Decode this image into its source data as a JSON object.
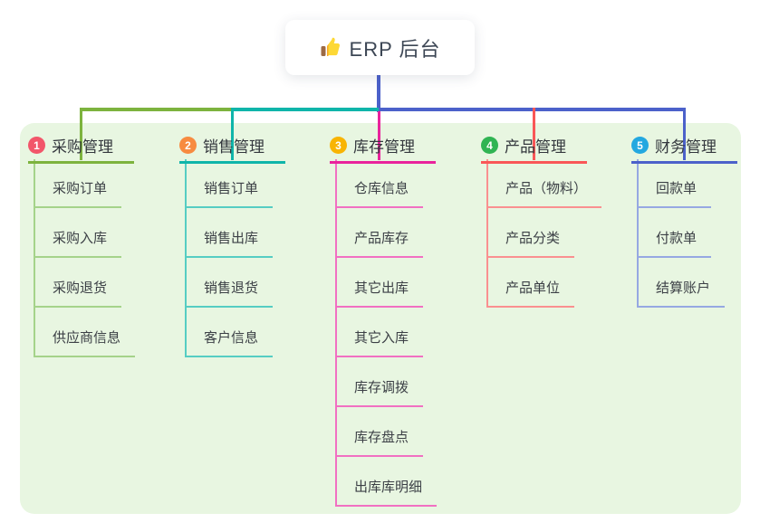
{
  "root": {
    "title": "ERP 后台",
    "icon": "thumbs-up-icon"
  },
  "colors": {
    "panel_bg": "#e8f6e1",
    "root_connector": "#4c61ca",
    "root_title_text": "#3c4654",
    "header_text": "#33373d",
    "child_text": "#3c4046"
  },
  "branches": [
    {
      "badge": "1",
      "label": "采购管理",
      "badge_color": "#f2566a",
      "line_color": "#7db33e",
      "child_line_color": "#a5d38a",
      "children": [
        "采购订单",
        "采购入库",
        "采购退货",
        "供应商信息"
      ]
    },
    {
      "badge": "2",
      "label": "销售管理",
      "badge_color": "#f78b40",
      "line_color": "#0fb5aa",
      "child_line_color": "#56cdc3",
      "children": [
        "销售订单",
        "销售出库",
        "销售退货",
        "客户信息"
      ]
    },
    {
      "badge": "3",
      "label": "库存管理",
      "badge_color": "#f8b404",
      "line_color": "#e9239c",
      "child_line_color": "#f170c2",
      "children": [
        "仓库信息",
        "产品库存",
        "其它出库",
        "其它入库",
        "库存调拨",
        "库存盘点",
        "出库库明细"
      ]
    },
    {
      "badge": "4",
      "label": "产品管理",
      "badge_color": "#30b453",
      "line_color": "#f95757",
      "child_line_color": "#fa9090",
      "children": [
        "产品（物料）",
        "产品分类",
        "产品单位"
      ]
    },
    {
      "badge": "5",
      "label": "财务管理",
      "badge_color": "#23a8e0",
      "line_color": "#4c61ca",
      "child_line_color": "#96a8e2",
      "children": [
        "回款单",
        "付款单",
        "结算账户"
      ]
    }
  ]
}
